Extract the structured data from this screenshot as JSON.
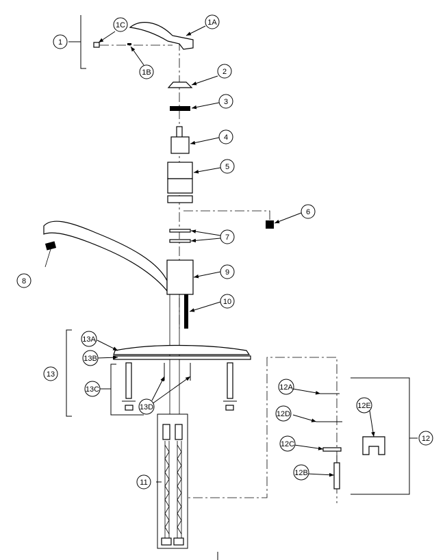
{
  "callouts": [
    {
      "id": "c1",
      "label": "1"
    },
    {
      "id": "c1a",
      "label": "1A"
    },
    {
      "id": "c1b",
      "label": "1B"
    },
    {
      "id": "c1c",
      "label": "1C"
    },
    {
      "id": "c2",
      "label": "2"
    },
    {
      "id": "c3",
      "label": "3"
    },
    {
      "id": "c4",
      "label": "4"
    },
    {
      "id": "c5",
      "label": "5"
    },
    {
      "id": "c6",
      "label": "6"
    },
    {
      "id": "c7",
      "label": "7"
    },
    {
      "id": "c8",
      "label": "8"
    },
    {
      "id": "c9",
      "label": "9"
    },
    {
      "id": "c10",
      "label": "10"
    },
    {
      "id": "c11",
      "label": "11"
    },
    {
      "id": "c12",
      "label": "12"
    },
    {
      "id": "c12a",
      "label": "12A"
    },
    {
      "id": "c12b",
      "label": "12B"
    },
    {
      "id": "c12c",
      "label": "12C"
    },
    {
      "id": "c12d",
      "label": "12D"
    },
    {
      "id": "c12e",
      "label": "12E"
    },
    {
      "id": "c13",
      "label": "13"
    },
    {
      "id": "c13a",
      "label": "13A"
    },
    {
      "id": "c13b",
      "label": "13B"
    },
    {
      "id": "c13c",
      "label": "13C"
    },
    {
      "id": "c13d",
      "label": "13D"
    }
  ]
}
